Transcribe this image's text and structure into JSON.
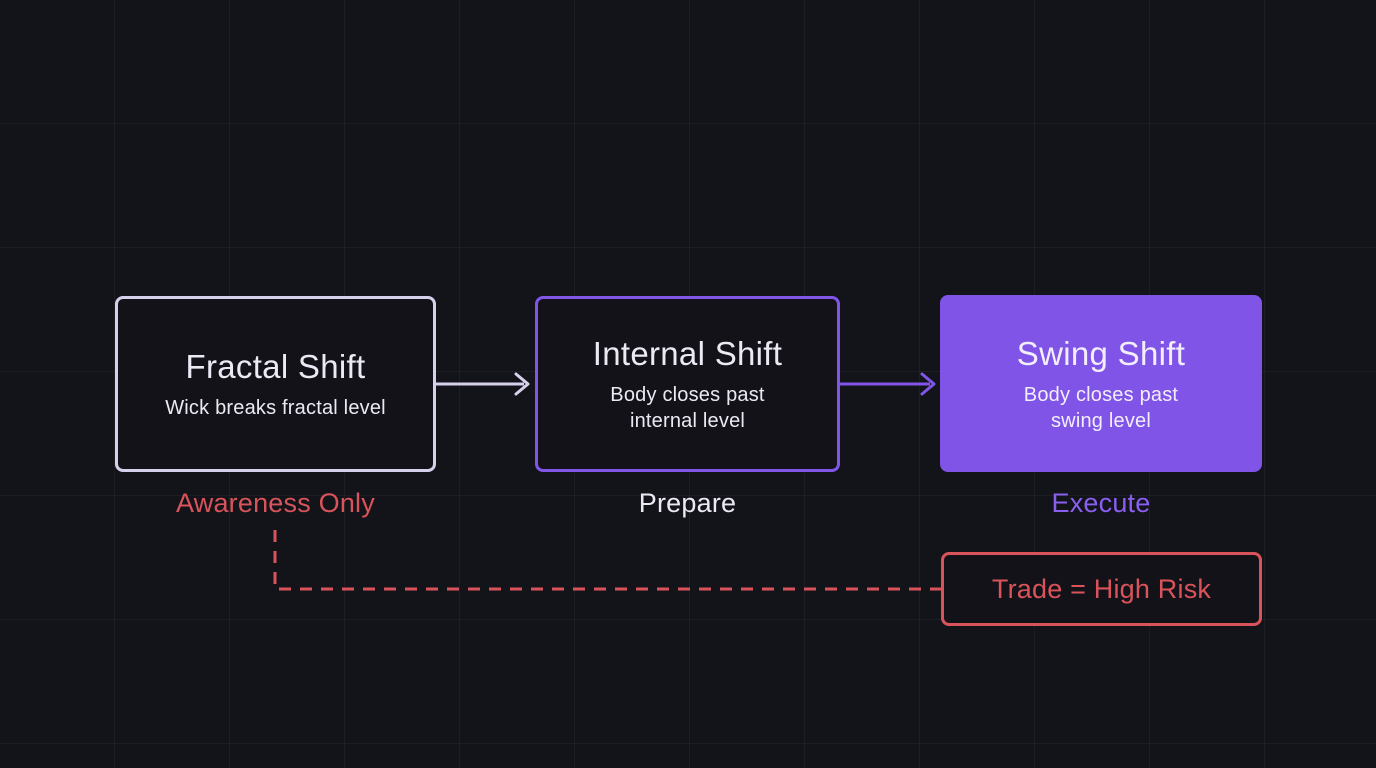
{
  "steps": [
    {
      "title": "Fractal Shift",
      "description": "Wick breaks fractal level",
      "label": "Awareness Only"
    },
    {
      "title": "Internal Shift",
      "description": "Body closes past\ninternal level",
      "label": "Prepare"
    },
    {
      "title": "Swing Shift",
      "description": "Body closes past\nswing level",
      "label": "Execute"
    }
  ],
  "risk_note": "Trade = High Risk",
  "colors": {
    "background": "#13131a",
    "grid": "#222230",
    "step1_border": "#d7d0ec",
    "accent_purple": "#7f54e6",
    "risk_red": "#d9545a",
    "text_light": "#ece9f5"
  }
}
